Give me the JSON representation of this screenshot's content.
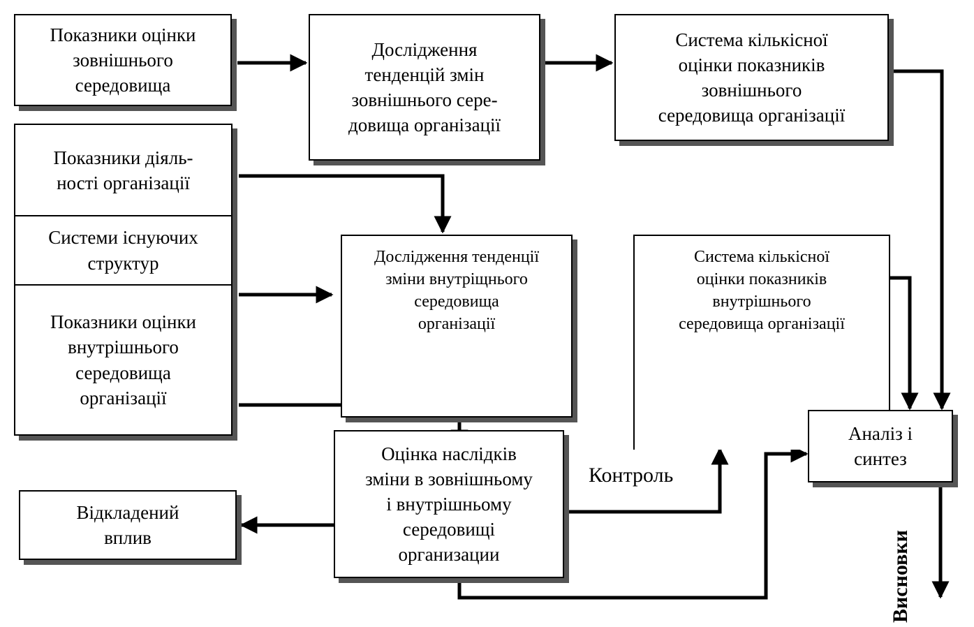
{
  "boxes": {
    "ext_indicators": "Показники оцінки\nзовнішнього\nсередовища",
    "ext_trends": "Дослідження\nтенденцій  змін\nзовнішнього сере-\nдовища організації",
    "ext_system": "Система кількісної\nоцінки показників\nзовнішнього\nсередовища  організації",
    "activity_indicators": "Показники діяль-\nності організації",
    "existing_structures": "Системи існуючих\nструктур",
    "int_indicators": "Показники оцінки\nвнутрішнього\nсередовища\nорганізації",
    "int_trends": "Дослідження тенденції\nзміни внутріщнього\nсередовища\nорганізації",
    "int_system": "Система кількісної\nоцінки показників\nвнутрішнього\nсередовища організації",
    "analysis": "Аналіз і\nсинтез",
    "consequences": "Оцінка наслідків\nзміни в зовнішньому\nі внутрішньому\nсередовищі\nорганизации",
    "delayed": "Відкладений\nвплив"
  },
  "labels": {
    "control": "Контроль",
    "conclusions": "Висновки"
  }
}
